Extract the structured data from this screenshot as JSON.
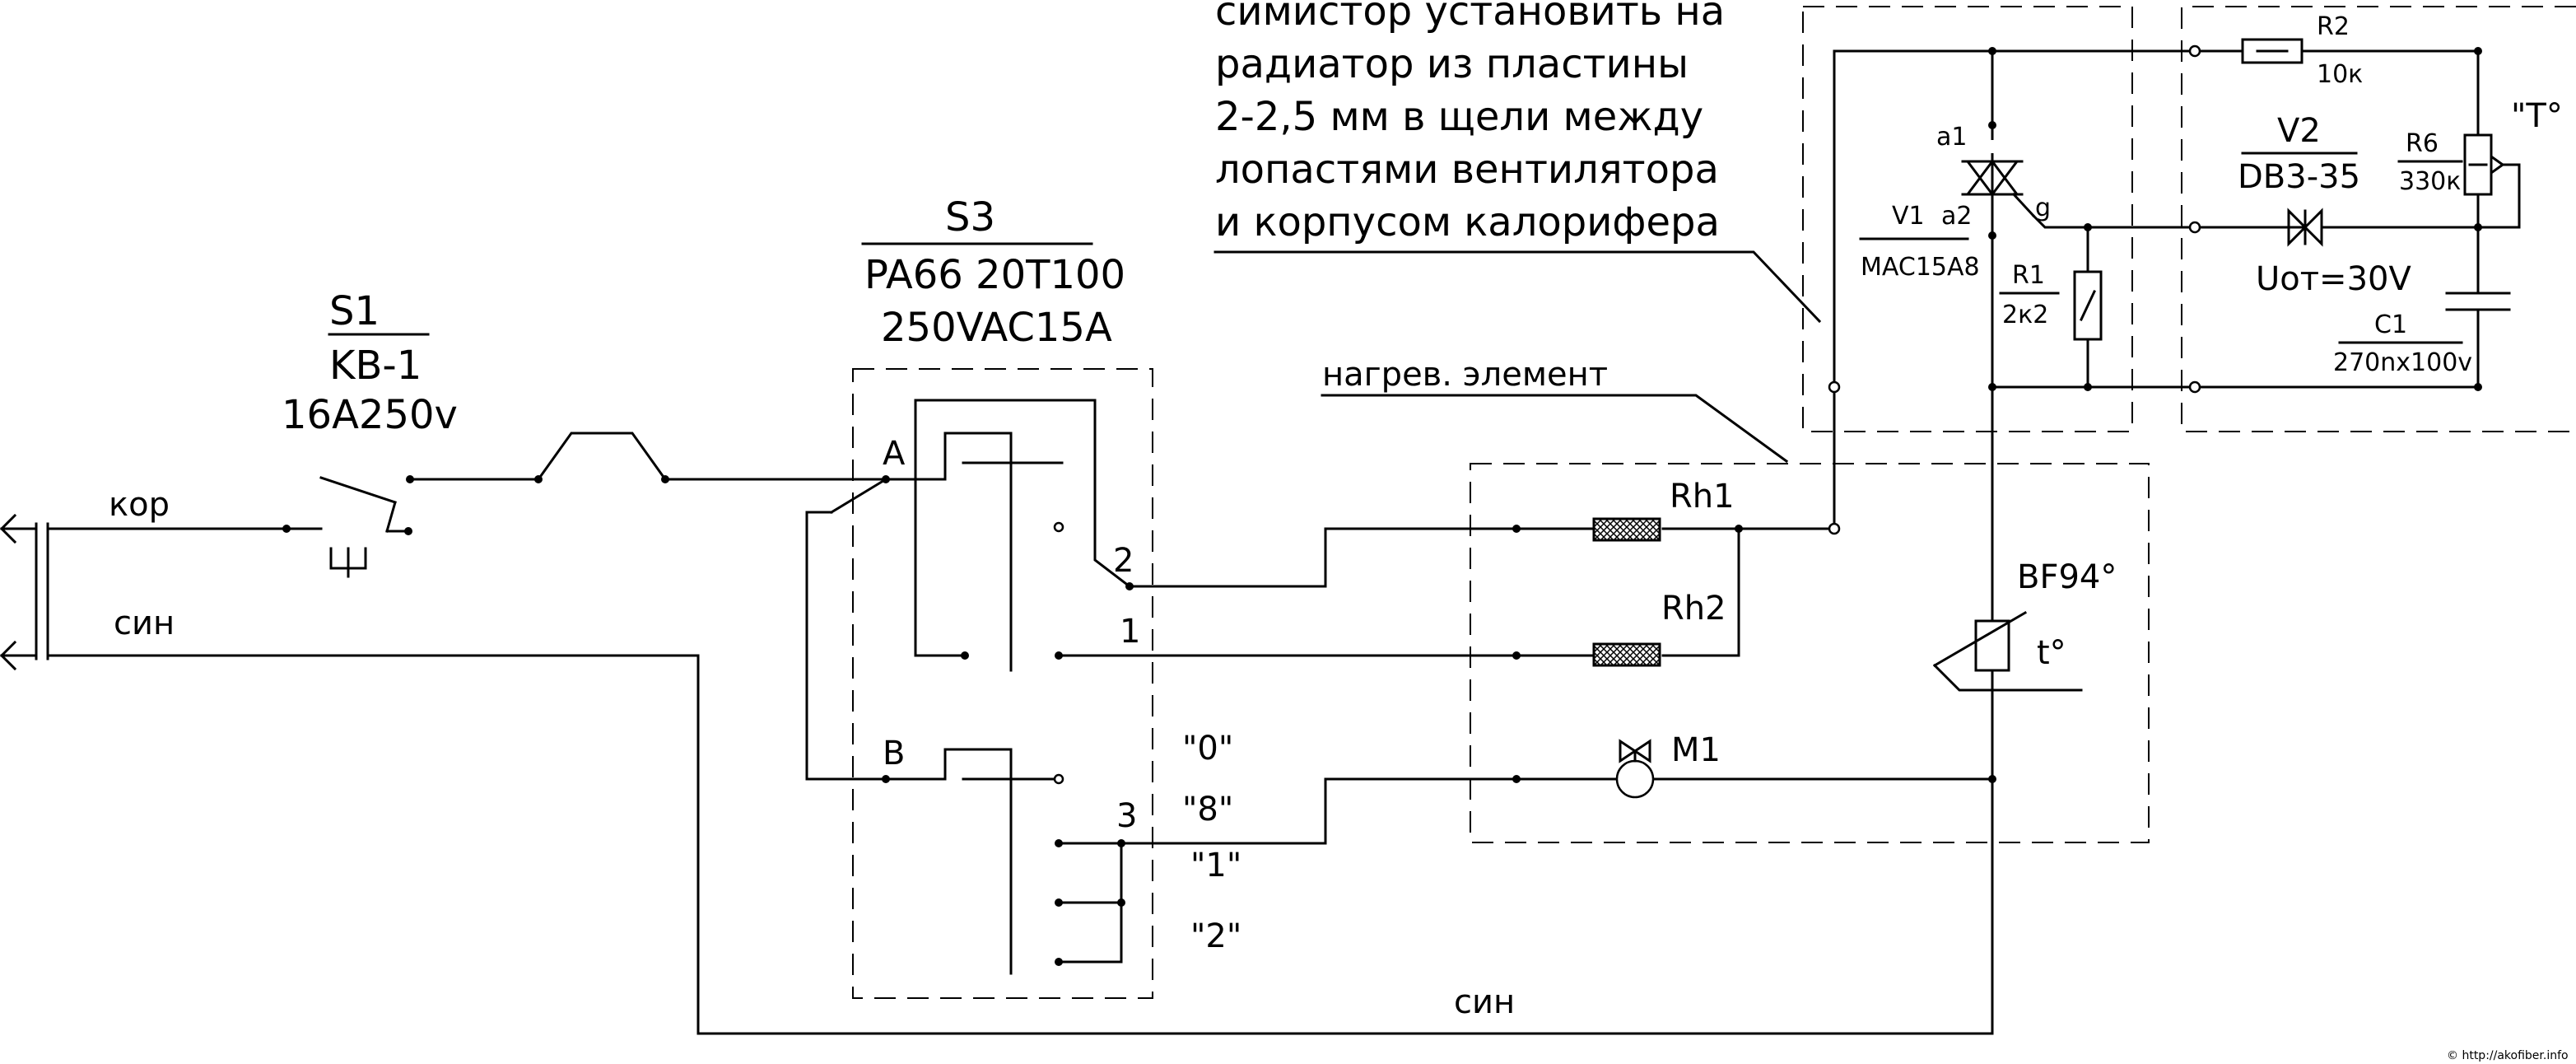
{
  "note_lines": [
    "симистор установить на",
    "радиатор из пластины",
    "2-2,5 мм в щели между",
    "лопастями вентилятора",
    "и корпусом калорифера"
  ],
  "s1": {
    "ref": "S1",
    "model": "KB-1",
    "rating": "16A250v"
  },
  "s3": {
    "ref": "S3",
    "model": "PA66 20T100",
    "rating": "250VAC15A"
  },
  "wires": {
    "kor": "кор",
    "sin_top": "син",
    "sin_bottom": "син"
  },
  "heater_note": "нагрев. элемент",
  "heater": {
    "rh1": "Rh1",
    "rh2": "Rh2"
  },
  "motor": "M1",
  "sensor": {
    "ref": "BF94°",
    "symbol": "t°"
  },
  "switch_pins": {
    "a": "A",
    "b": "B",
    "p1": "1",
    "p2": "2",
    "p3": "3"
  },
  "positions": [
    "\"0\"",
    "\"8\"",
    "\"1\"",
    "\"2\""
  ],
  "triac": {
    "ref": "V1",
    "part": "MAC15A8",
    "a1": "a1",
    "a2": "a2",
    "g": "g"
  },
  "r1": {
    "ref": "R1",
    "value": "2к2"
  },
  "r2": {
    "ref": "R2",
    "value": "10к"
  },
  "r6": {
    "ref": "R6",
    "value": "330к",
    "knob": "\"T°"
  },
  "v2": {
    "ref": "V2",
    "part": "DB3-35",
    "note": "Uот=30V"
  },
  "c1": {
    "ref": "C1",
    "value": "270nx100v"
  },
  "watermark": "© http://akofiber.info"
}
